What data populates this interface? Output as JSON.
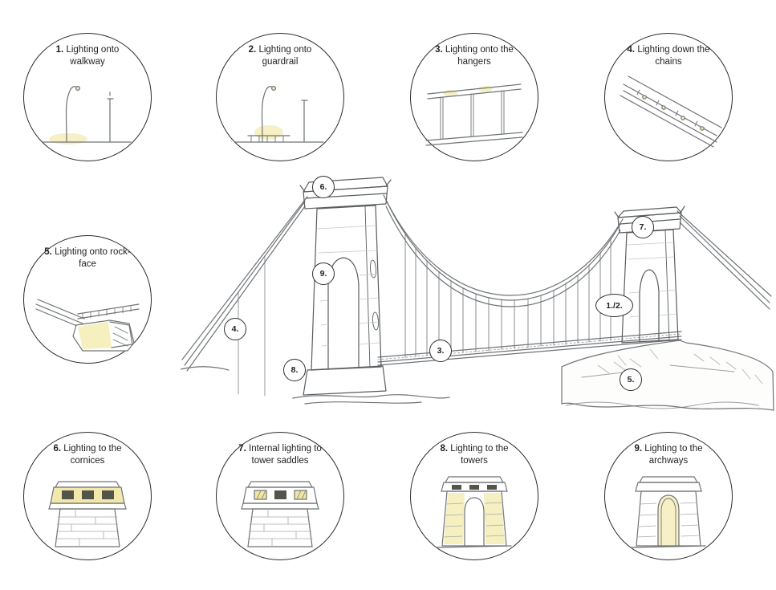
{
  "colors": {
    "sketch_line": "#6f7376",
    "light_glow": "#f7f0c6",
    "cornice_yellow": "#f2e8ab",
    "slot_dark": "#55544a",
    "text": "#1f1f1f"
  },
  "callouts": [
    {
      "num": "1.",
      "label": "Lighting onto walkway",
      "icon": "walkway-lamp-sketch"
    },
    {
      "num": "2.",
      "label": "Lighting onto guardrail",
      "icon": "guardrail-lamp-sketch"
    },
    {
      "num": "3.",
      "label": "Lighting onto the hangers",
      "icon": "hangers-sketch"
    },
    {
      "num": "4.",
      "label": "Lighting down the chains",
      "icon": "chains-sketch"
    },
    {
      "num": "5.",
      "label": "Lighting onto rock-face",
      "icon": "rock-face-sketch"
    },
    {
      "num": "6.",
      "label": "Lighting to the cornices",
      "icon": "tower-cornice-sketch"
    },
    {
      "num": "7.",
      "label": "Internal lighting to tower saddles",
      "icon": "tower-saddle-sketch"
    },
    {
      "num": "8.",
      "label": "Lighting to the towers",
      "icon": "tower-sketch"
    },
    {
      "num": "9.",
      "label": "Lighting to the archways",
      "icon": "archway-sketch"
    }
  ],
  "markers": [
    {
      "label": "6."
    },
    {
      "label": "7."
    },
    {
      "label": "9."
    },
    {
      "label": "4."
    },
    {
      "label": "8."
    },
    {
      "label": "3."
    },
    {
      "label": "1./2."
    },
    {
      "label": "5."
    }
  ]
}
